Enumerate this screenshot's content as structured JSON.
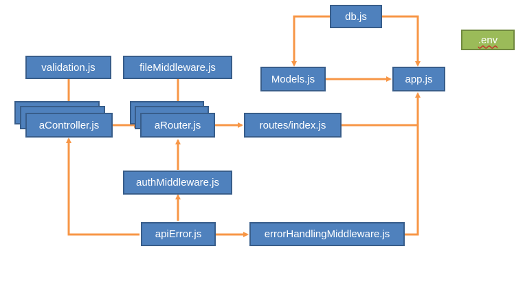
{
  "nodes": {
    "db": "db.js",
    "env": ".env",
    "validation": "validation.js",
    "fileMiddleware": "fileMiddleware.js",
    "models": "Models.js",
    "app": "app.js",
    "aController": "aController.js",
    "aRouter": "aRouter.js",
    "routesIndex": "routes/index.js",
    "authMiddleware": "authMiddleware.js",
    "apiError": "apiError.js",
    "errorHandlingMiddleware": "errorHandlingMiddleware.js"
  },
  "colors": {
    "box_fill": "#4f81bd",
    "box_border": "#385d8a",
    "env_fill": "#9bbb59",
    "env_border": "#71893f",
    "arrow": "#f79646"
  },
  "edges": [
    [
      "db",
      "models"
    ],
    [
      "db",
      "app"
    ],
    [
      "models",
      "app"
    ],
    [
      "validation",
      "aController"
    ],
    [
      "fileMiddleware",
      "aRouter"
    ],
    [
      "aController",
      "aRouter"
    ],
    [
      "aRouter",
      "routesIndex"
    ],
    [
      "routesIndex",
      "app"
    ],
    [
      "authMiddleware",
      "aRouter"
    ],
    [
      "apiError",
      "authMiddleware"
    ],
    [
      "apiError",
      "aController"
    ],
    [
      "apiError",
      "errorHandlingMiddleware"
    ],
    [
      "errorHandlingMiddleware",
      "app"
    ]
  ]
}
